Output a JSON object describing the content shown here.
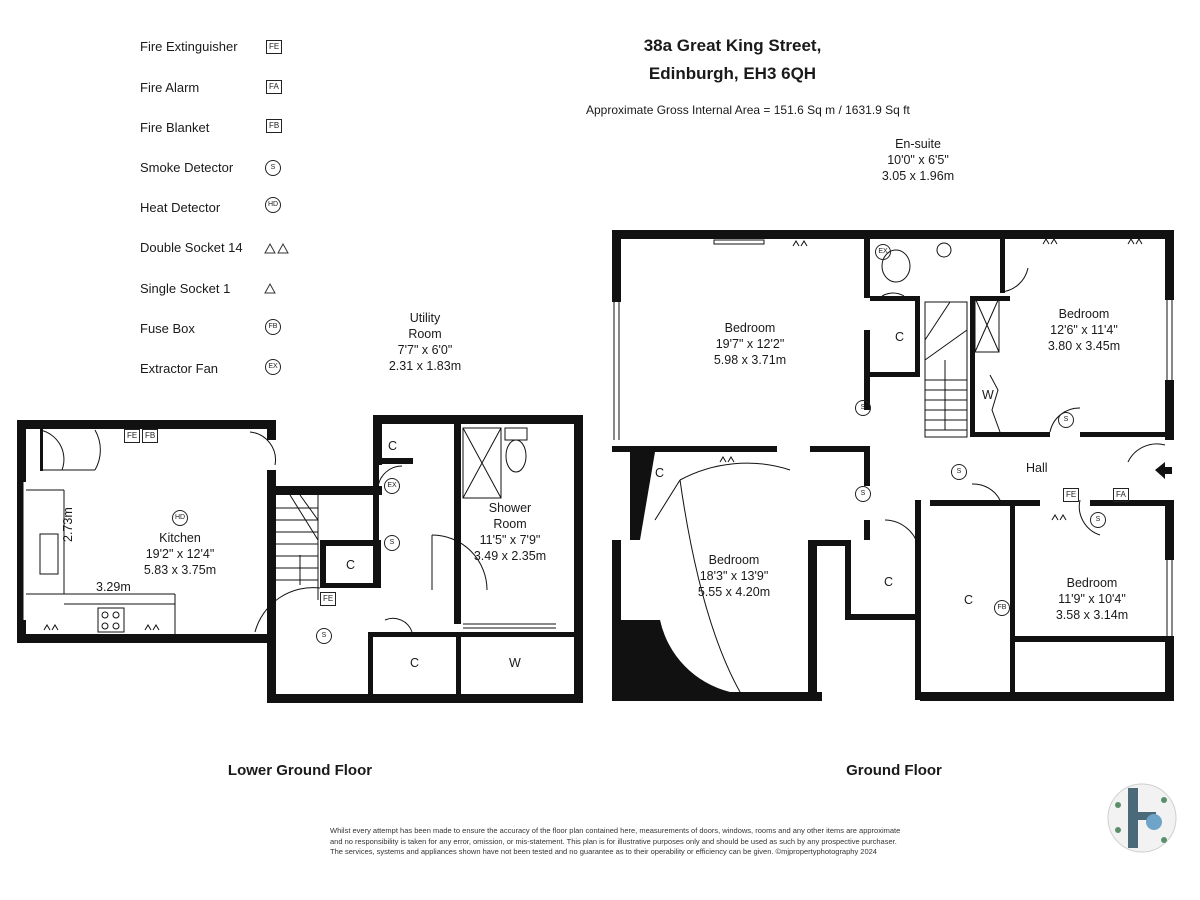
{
  "header": {
    "address_line1": "38a Great King Street,",
    "address_line2": "Edinburgh, EH3 6QH",
    "gross_area": "Approximate Gross Internal Area = 151.6 Sq m / 1631.9 Sq ft"
  },
  "legend": [
    {
      "label": "Fire Extinguisher",
      "symbol": "FE",
      "shape": "box"
    },
    {
      "label": "Fire Alarm",
      "symbol": "FA",
      "shape": "box"
    },
    {
      "label": "Fire Blanket",
      "symbol": "FB",
      "shape": "box"
    },
    {
      "label": "Smoke Detector",
      "symbol": "S",
      "shape": "circle"
    },
    {
      "label": "Heat Detector",
      "symbol": "HD",
      "shape": "circle"
    },
    {
      "label": "Double Socket  14",
      "symbol": "double-socket-icon",
      "shape": "icon"
    },
    {
      "label": "Single Socket  1",
      "symbol": "single-socket-icon",
      "shape": "icon"
    },
    {
      "label": "Fuse Box",
      "symbol": "FB",
      "shape": "circle"
    },
    {
      "label": "Extractor Fan",
      "symbol": "EX",
      "shape": "circle"
    }
  ],
  "lower_ground": {
    "label": "Lower Ground Floor",
    "kitchen": {
      "name": "Kitchen",
      "imperial": "19'2\" x 12'4\"",
      "metric": "5.83 x 3.75m"
    },
    "kitchen_dim_vertical": "2.73m",
    "kitchen_dim_horizontal": "3.29m",
    "utility": {
      "name_line1": "Utility",
      "name_line2": "Room",
      "imperial": "7'7\" x 6'0\"",
      "metric": "2.31 x 1.83m"
    },
    "shower": {
      "name_line1": "Shower",
      "name_line2": "Room",
      "imperial": "11'5\" x 7'9\"",
      "metric": "3.49 x 2.35m"
    },
    "cupboard_label": "C",
    "wardrobe_label": "W"
  },
  "ground": {
    "label": "Ground Floor",
    "ensuite": {
      "name": "En-suite",
      "imperial": "10'0\" x 6'5\"",
      "metric": "3.05 x 1.96m"
    },
    "bedroom_main": {
      "name": "Bedroom",
      "imperial": "19'7\" x 12'2\"",
      "metric": "5.98 x 3.71m"
    },
    "bedroom_ne": {
      "name": "Bedroom",
      "imperial": "12'6\" x 11'4\"",
      "metric": "3.80 x 3.45m"
    },
    "bedroom_sw": {
      "name": "Bedroom",
      "imperial": "18'3\" x 13'9\"",
      "metric": "5.55 x 4.20m"
    },
    "bedroom_se": {
      "name": "Bedroom",
      "imperial": "11'9\" x 10'4\"",
      "metric": "3.58 x 3.14m"
    },
    "hall": "Hall",
    "cupboard_label": "C",
    "wardrobe_label": "W"
  },
  "symbols": {
    "fe": "FE",
    "fb": "FB",
    "fa": "FA",
    "s": "S",
    "hd": "HD",
    "ex": "EX"
  },
  "disclaimer": {
    "line1": "Whilst every attempt has been made to ensure the accuracy of the floor plan contained here, measurements of doors, windows, rooms and any other items are approximate",
    "line2": "and no responsibility is taken for any error, omission, or mis-statement. This plan is for illustrative purposes only and should be used as such by any prospective purchaser.",
    "line3": "The services, systems and appliances shown have not been tested and no guarantee as to their operability or efficiency can be given. ©mjpropertyphotography 2024"
  },
  "colors": {
    "wall": "#111111",
    "logo_dark": "#1f3b3a",
    "logo_accent": "#5b8f6a"
  }
}
